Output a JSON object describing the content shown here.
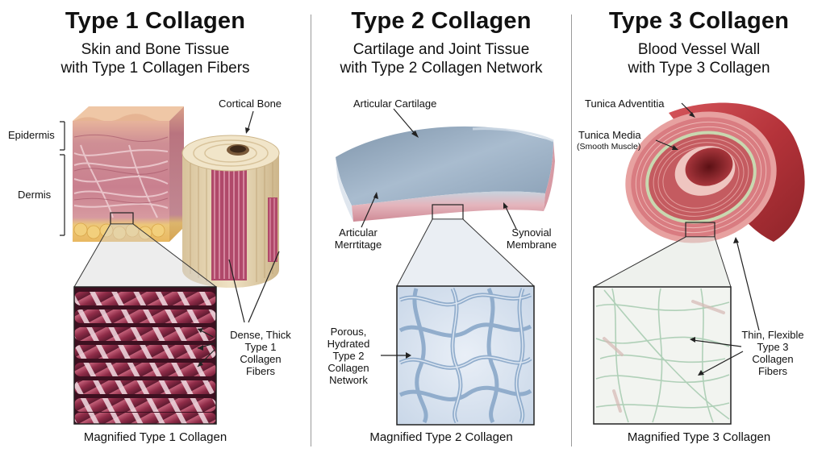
{
  "panels": [
    {
      "title": "Type 1 Collagen",
      "subtitle": [
        "Skin and Bone Tissue",
        "with Type 1 Collagen Fibers"
      ],
      "labels": {
        "epidermis": "Epidermis",
        "dermis": "Dermis",
        "cortical_bone": "Cortical Bone",
        "fibers": [
          "Dense, Thick",
          "Type 1",
          "Collagen",
          "Fibers"
        ]
      },
      "caption": "Magnified Type 1 Collagen"
    },
    {
      "title": "Type 2 Collagen",
      "subtitle": [
        "Cartilage and Joint Tissue",
        "with Type 2 Collagen Network"
      ],
      "labels": {
        "articular_cartilage": "Articular Cartilage",
        "articular_merrtitage": [
          "Articular",
          "Merrtitage"
        ],
        "synovial_membrane": [
          "Synovial",
          "Membrane"
        ],
        "network": [
          "Porous,",
          "Hydrated",
          "Type 2",
          "Collagen",
          "Network"
        ]
      },
      "caption": "Magnified Type 2 Collagen"
    },
    {
      "title": "Type 3 Collagen",
      "subtitle": [
        "Blood Vessel Wall",
        "with Type 3 Collagen"
      ],
      "labels": {
        "tunica_adventitia": "Tunica Adventitia",
        "tunica_media": "Tunica Media",
        "smooth_muscle": "(Smooth Muscle)",
        "fibers": [
          "Thin, Flexible",
          "Type 3",
          "Collagen",
          "Fibers"
        ]
      },
      "caption": "Magnified Type 3 Collagen"
    }
  ],
  "colors": {
    "skin_pink": "#d99aa6",
    "bone_cream": "#e8d7b4",
    "collagen1": "#9b3552",
    "cartilage_blue": "#9fb3c7",
    "collagen2": "#7f9dc0",
    "vessel_red": "#b9383d",
    "collagen3": "#9cc3a6"
  }
}
